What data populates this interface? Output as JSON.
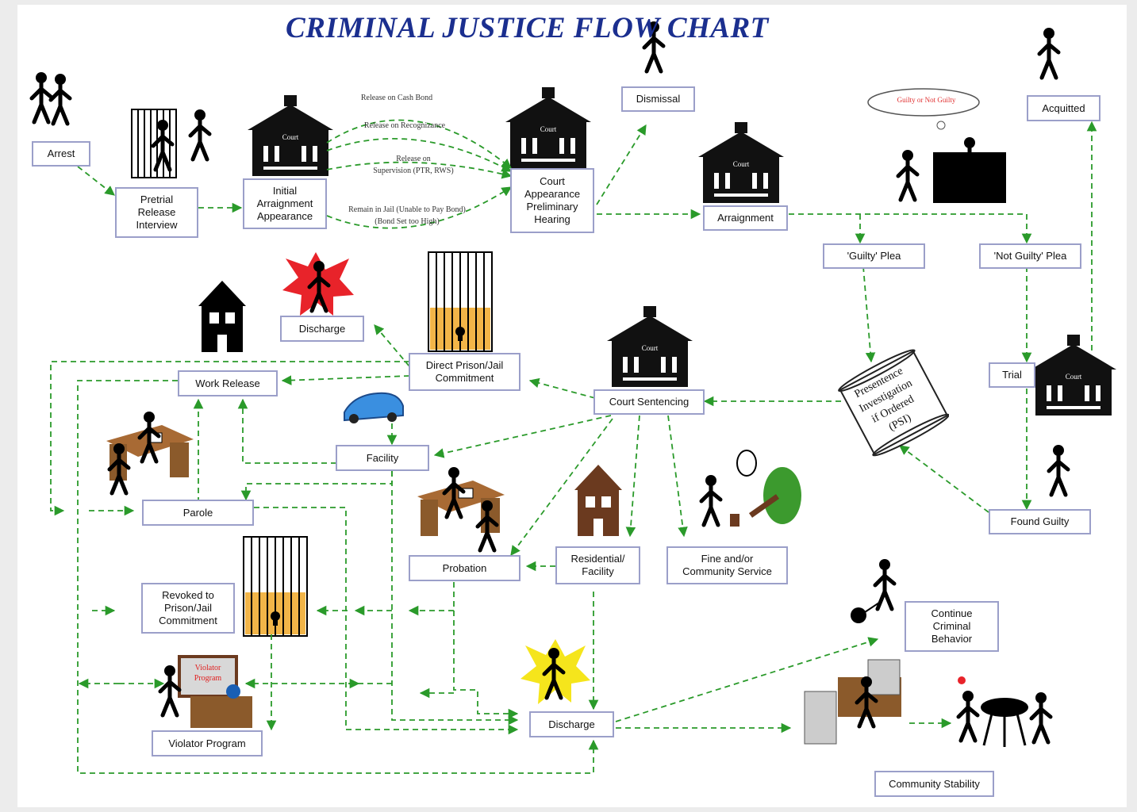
{
  "title": "CRIMINAL JUSTICE FLOW CHART",
  "nodes": {
    "arrest": "Arrest",
    "pretrial": "Pretrial\nRelease\nInterview",
    "initial": "Initial\nArraignment\nAppearance",
    "court_appearance": "Court\nAppearance\nPreliminary\nHearing",
    "dismissal": "Dismissal",
    "arraignment": "Arraignment",
    "acquitted": "Acquitted",
    "guilty_plea": "'Guilty' Plea",
    "not_guilty_plea": "'Not Guilty' Plea",
    "discharge_top": "Discharge",
    "direct_prison": "Direct Prison/Jail\nCommitment",
    "work_release": "Work Release",
    "court_sentencing": "Court Sentencing",
    "psi": "Presentence\nInvestigation\nif Ordered\n(PSI)",
    "trial": "Trial",
    "facility": "Facility",
    "parole": "Parole",
    "probation": "Probation",
    "residential": "Residential/\nFacility",
    "fine": "Fine and/or\nCommunity Service",
    "found_guilty": "Found Guilty",
    "revoked": "Revoked to\nPrison/Jail\nCommitment",
    "continue_criminal": "Continue\nCriminal\nBehavior",
    "discharge_bottom": "Discharge",
    "violator_program": "Violator Program",
    "community_stability": "Community Stability"
  },
  "edge_labels": {
    "cash_bond": "Release on Cash Bond",
    "recognizance": "Release on Recognizance",
    "supervision": "Release on\nSupervision (PTR, RWS)",
    "remain_jail": "Remain in Jail (Unable to Pay Bond)\n(Bond Set too High)"
  },
  "cloud_text": "Guilty or Not Guilty",
  "board_text": "Violator\nProgram",
  "court_sign": "Court",
  "colors": {
    "title": "#1b2f8f",
    "box_border": "#9b9fc9",
    "arrow": "#2a9a2a",
    "building": "#111111",
    "desk": "#8b5a2b",
    "gold": "#f2b548"
  }
}
